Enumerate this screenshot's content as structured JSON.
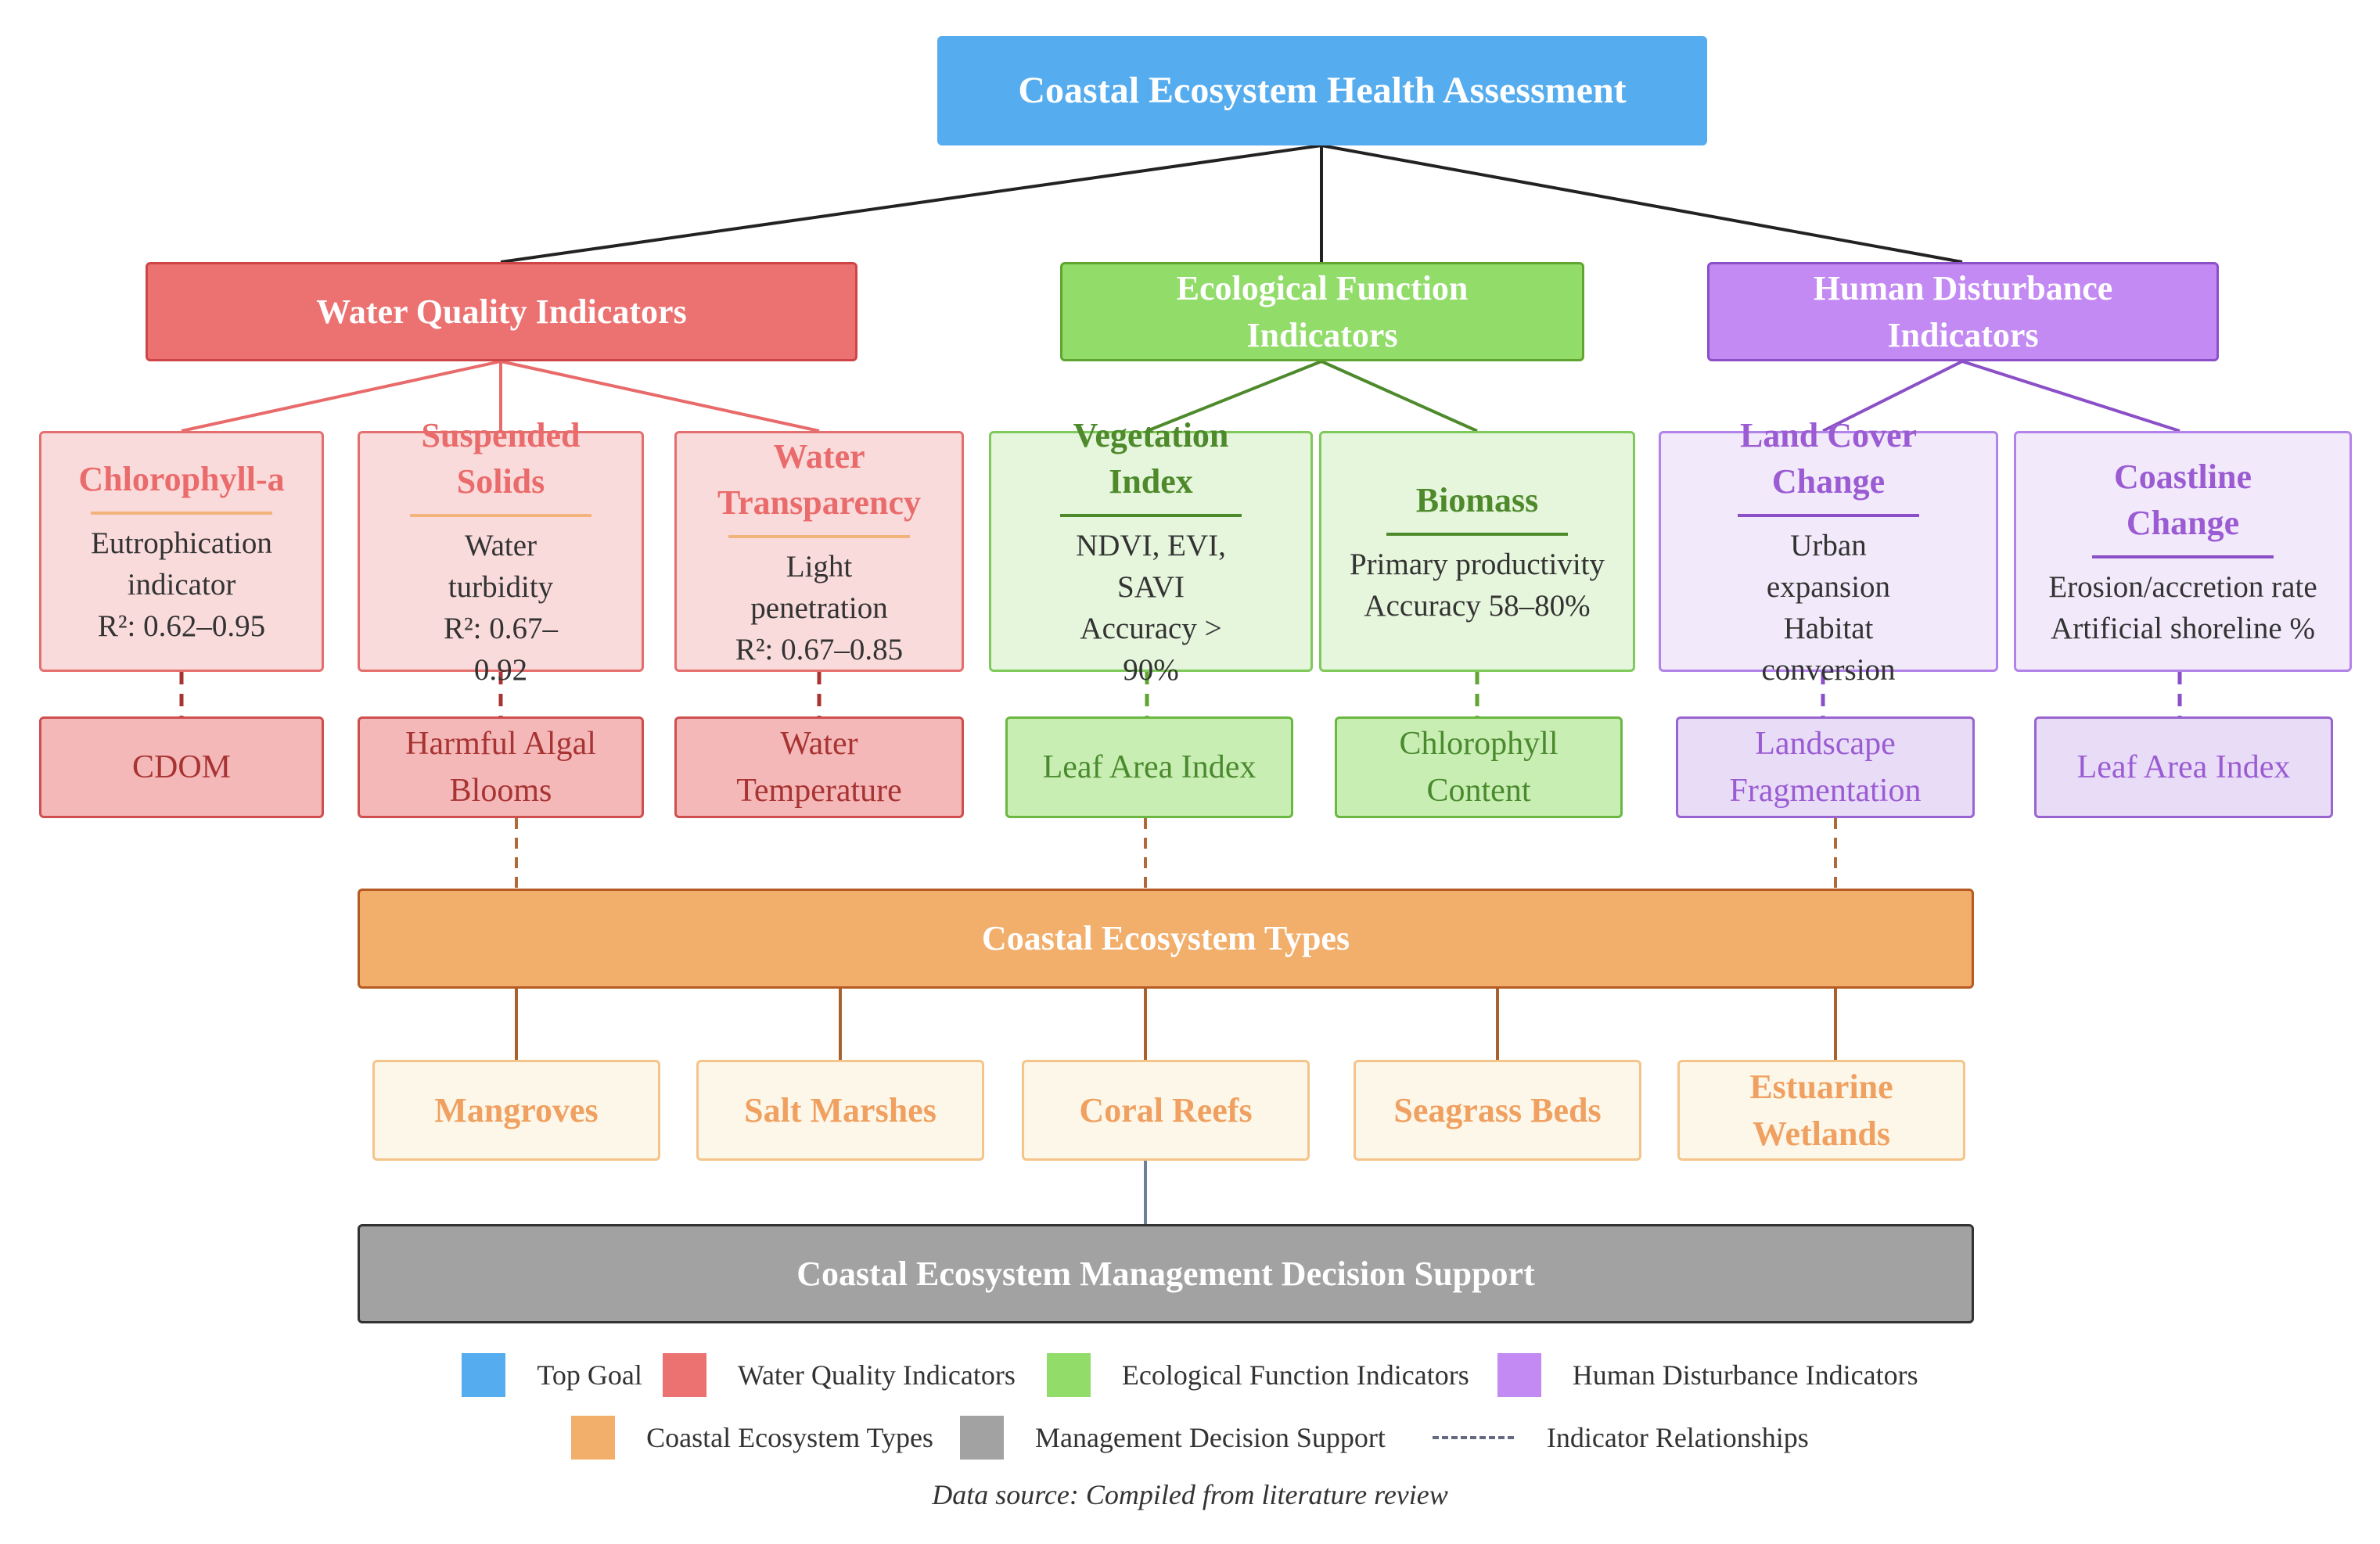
{
  "title": "Coastal Ecosystem Health Assessment",
  "categories": {
    "water_quality": {
      "title": "Water Quality Indicators",
      "color": "#ec7272",
      "indicators": [
        {
          "name": "Chlorophyll-a",
          "desc": [
            "Eutrophication",
            "indicator",
            "R²: 0.62–0.95"
          ],
          "sub": "CDOM"
        },
        {
          "name": "Suspended Solids",
          "desc": [
            "Water turbidity",
            "R²: 0.67–0.92"
          ],
          "sub": "Harmful Algal Blooms"
        },
        {
          "name": "Water Transparency",
          "desc": [
            "Light penetration",
            "R²: 0.67–0.85"
          ],
          "sub": "Water Temperature"
        }
      ]
    },
    "ecological_function": {
      "title": "Ecological Function Indicators",
      "color": "#92dc6a",
      "indicators": [
        {
          "name": "Vegetation Index",
          "desc": [
            "NDVI, EVI, SAVI",
            "Accuracy > 90%"
          ],
          "sub": "Leaf Area Index"
        },
        {
          "name": "Biomass",
          "desc": [
            "Primary productivity",
            "Accuracy 58–80%"
          ],
          "sub": "Chlorophyll Content"
        }
      ]
    },
    "human_disturbance": {
      "title": "Human Disturbance Indicators",
      "color": "#c48af3",
      "indicators": [
        {
          "name": "Land Cover Change",
          "desc": [
            "Urban expansion",
            "Habitat conversion"
          ],
          "sub": "Landscape Fragmentation"
        },
        {
          "name": "Coastline Change",
          "desc": [
            "Erosion/accretion rate",
            "Artificial shoreline %"
          ],
          "sub": "Leaf Area Index"
        }
      ]
    }
  },
  "ecosystem_types": {
    "title": "Coastal Ecosystem Types",
    "color": "#f2ae6b",
    "items": [
      "Mangroves",
      "Salt Marshes",
      "Coral Reefs",
      "Seagrass Beds",
      "Estuarine Wetlands"
    ]
  },
  "management": {
    "title": "Coastal Ecosystem Management Decision Support",
    "color": "#a2a2a2"
  },
  "legend": {
    "items": [
      {
        "label": "Top Goal",
        "color": "#55acee"
      },
      {
        "label": "Water Quality Indicators",
        "color": "#ec7272"
      },
      {
        "label": "Ecological Function Indicators",
        "color": "#92dc6a"
      },
      {
        "label": "Human Disturbance Indicators",
        "color": "#c48af3"
      },
      {
        "label": "Coastal Ecosystem Types",
        "color": "#f2ae6b"
      },
      {
        "label": "Management Decision Support",
        "color": "#a2a2a2"
      },
      {
        "label": "Indicator Relationships",
        "color": "#666a80"
      }
    ]
  },
  "source": "Data source: Compiled from literature review"
}
